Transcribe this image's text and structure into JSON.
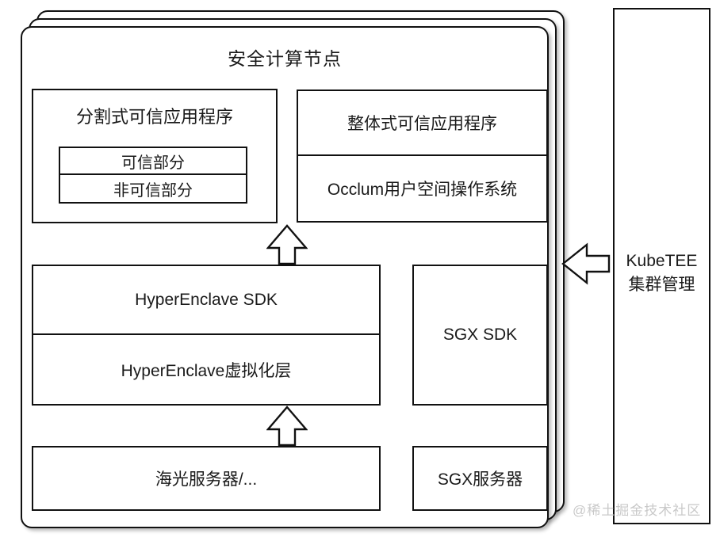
{
  "diagram": {
    "node": {
      "title": "安全计算节点",
      "stack_count": 3,
      "split_app": {
        "title": "分割式可信应用程序",
        "parts": [
          {
            "label": "可信部分"
          },
          {
            "label": "非可信部分"
          }
        ]
      },
      "monolithic_app": {
        "rows": [
          {
            "label": "整体式可信应用程序"
          },
          {
            "label": "Occlum用户空间操作系统"
          }
        ]
      },
      "hyperenclave": {
        "rows": [
          {
            "label": "HyperEnclave SDK"
          },
          {
            "label": "HyperEnclave虚拟化层"
          }
        ]
      },
      "sgx_sdk": {
        "label": "SGX SDK"
      },
      "hardware": [
        {
          "label": "海光服务器/..."
        },
        {
          "label": "SGX服务器"
        }
      ],
      "arrows": [
        {
          "name": "app-to-sdk",
          "direction": "up"
        },
        {
          "name": "sdk-to-hardware",
          "direction": "up"
        },
        {
          "name": "node-to-kubetee",
          "direction": "left"
        }
      ]
    },
    "kubetee": {
      "label": "KubeTEE\n集群管理",
      "line1": "KubeTEE",
      "line2": "集群管理"
    },
    "watermark": "@稀土掘金技术社区",
    "colors": {
      "stroke": "#111111",
      "background": "#ffffff",
      "text": "#1a1a1a",
      "watermark": "#c9c9c9"
    }
  }
}
